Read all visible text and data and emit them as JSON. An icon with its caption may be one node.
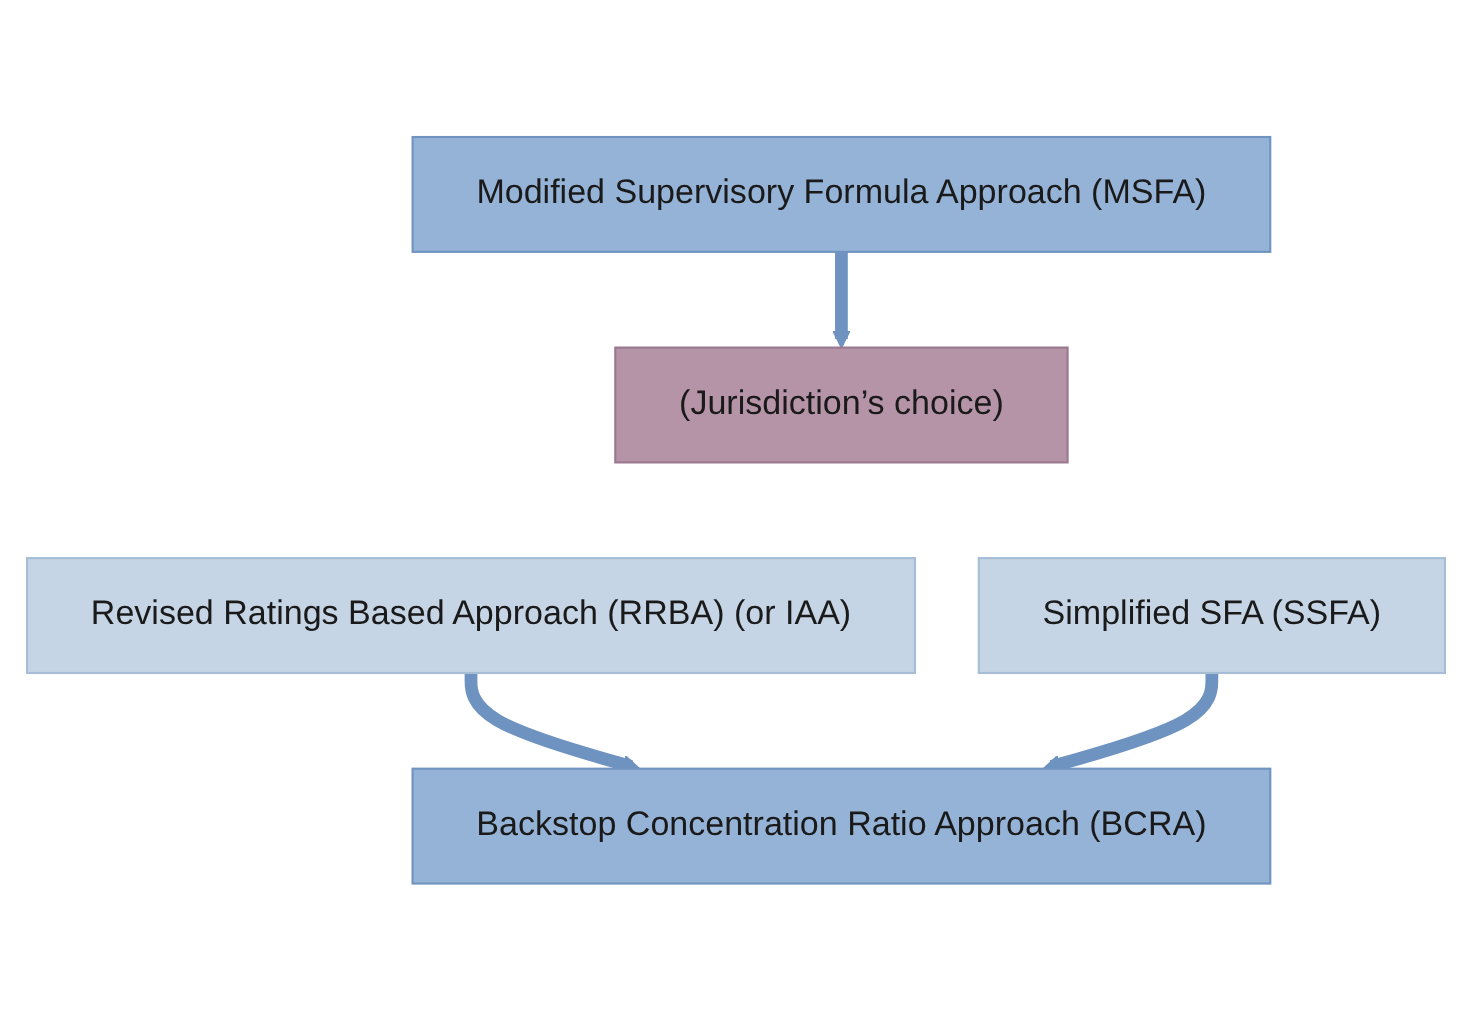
{
  "diagram": {
    "nodes": [
      {
        "text": [
          "Modified Supervisory Formula Approach (MSFA)"
        ]
      },
      {
        "text": [
          "(Jurisdiction’s choice)"
        ]
      },
      {
        "text": [
          "Revised Ratings Based Approach (RRBA)  (or IAA)"
        ]
      },
      {
        "text": [
          "Simplified SFA (SSFA)"
        ]
      },
      {
        "text": [
          "Backstop Concentration Ratio Approach (BCRA)"
        ]
      }
    ],
    "edges": [
      {
        "from": 0,
        "to": 1,
        "arrow": "to"
      },
      {
        "from": 2,
        "to": 4,
        "arrow": "to"
      },
      {
        "from": 3,
        "to": 4,
        "arrow": "to"
      }
    ]
  }
}
